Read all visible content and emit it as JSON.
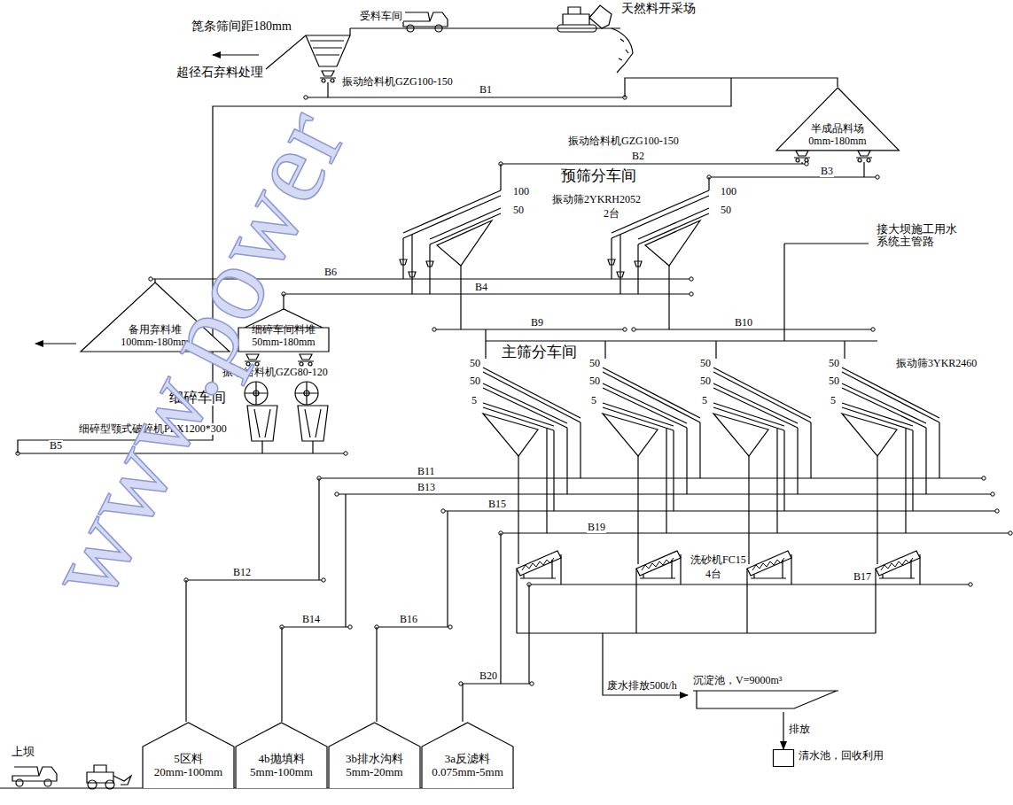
{
  "diagram": {
    "nodes": [
      {
        "text": [
          "半成品料场",
          "0mm-180mm"
        ]
      },
      {
        "text": [
          "备用弃料堆",
          "100mm-180mm"
        ]
      },
      {
        "text": [
          "细碎车间料堆",
          "50mm-180mm"
        ]
      },
      {
        "text": [
          "5区料",
          "20mm-100mm"
        ]
      },
      {
        "text": [
          "4b抛填料",
          "5mm-100mm"
        ]
      },
      {
        "text": [
          "3b排水沟料",
          "5mm-20mm"
        ]
      },
      {
        "text": [
          "3a反滤料",
          "0.075mm-5mm"
        ]
      },
      {
        "text": [
          "沉淀池，V=9000m³"
        ]
      },
      {
        "text": [
          "清水池，回收利用"
        ]
      }
    ],
    "edges": [
      {
        "from": 7,
        "to": 8,
        "arrow": "to",
        "label": "排放"
      }
    ],
    "labels": [
      "箆条筛间距180mm",
      "受料车间",
      "天然料开采场",
      "超径石弃料处理",
      "振动给料机GZG100-150",
      "B1",
      "振动给料机GZG100-150",
      "B2",
      "B3",
      "预筛分车间",
      "振动筛2YKRH2052",
      "2台",
      "100",
      "50",
      "100",
      "50",
      "接大坝施工用水 系统主管路",
      "B6",
      "B4",
      "B9",
      "B10",
      "振动给料机GZG80-120",
      "细碎车间",
      "细碎型颚式破碎机PEX1200*300",
      "B5",
      "主筛分车间",
      "50",
      "50",
      "5",
      "50",
      "50",
      "5",
      "50",
      "50",
      "5",
      "50",
      "50",
      "5",
      "振动筛3YKR2460",
      "B11",
      "B13",
      "B15",
      "B19",
      "洗砂机FC15",
      "4台",
      "B17",
      "B12",
      "B14",
      "B16",
      "B20",
      "废水排放500t/h",
      "上坝",
      "www.power"
    ]
  }
}
